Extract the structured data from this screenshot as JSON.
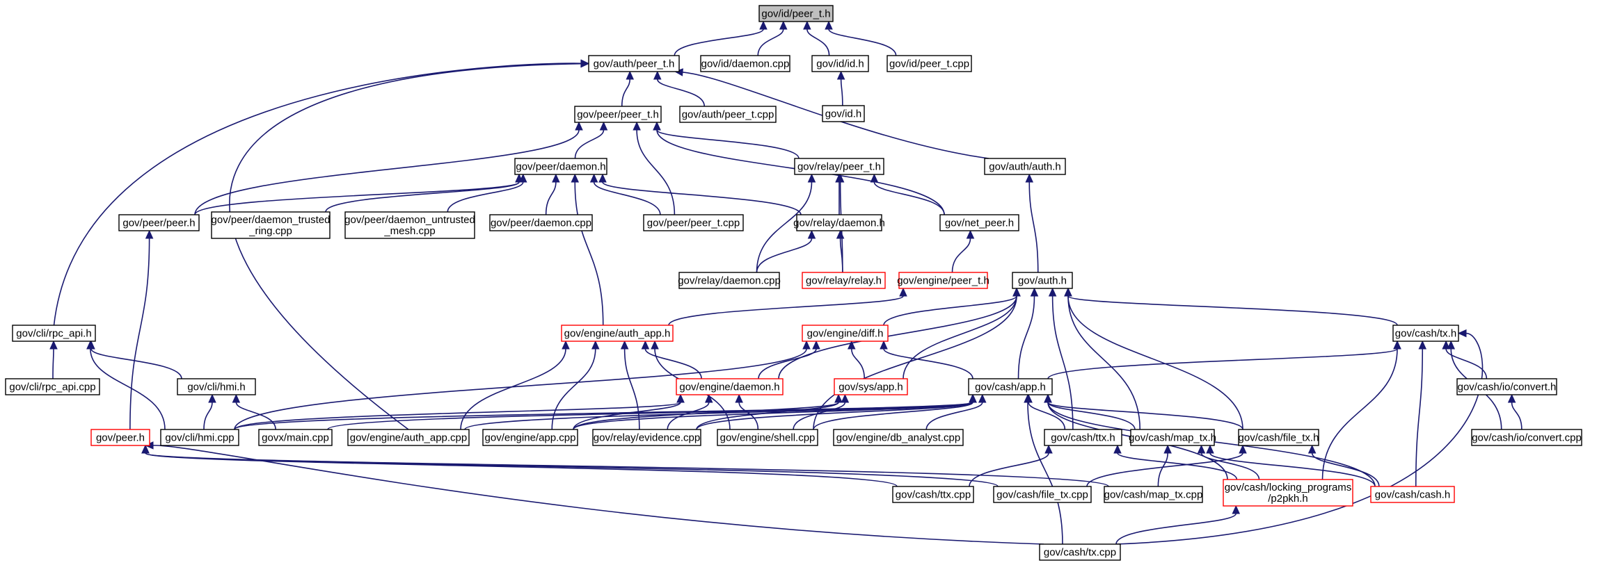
{
  "diagram": {
    "type": "include-dependency-graph",
    "colors": {
      "edge": "#191970",
      "border": "#000000",
      "incomplete_border": "#ff0000",
      "root_fill": "#bfbfbf"
    },
    "nodes": [
      {
        "id": "n0",
        "lines": [
          "gov/id/peer_t.h"
        ],
        "style": "root"
      },
      {
        "id": "n1",
        "lines": [
          "gov/auth/peer_t.h"
        ]
      },
      {
        "id": "n2",
        "lines": [
          "gov/id/daemon.cpp"
        ]
      },
      {
        "id": "n3",
        "lines": [
          "gov/id/id.h"
        ]
      },
      {
        "id": "n4",
        "lines": [
          "gov/id/peer_t.cpp"
        ]
      },
      {
        "id": "n5",
        "lines": [
          "gov/id.h"
        ]
      },
      {
        "id": "n6",
        "lines": [
          "gov/peer/peer_t.h"
        ]
      },
      {
        "id": "n7",
        "lines": [
          "gov/auth/peer_t.cpp"
        ]
      },
      {
        "id": "n8",
        "lines": [
          "gov/auth/auth.h"
        ]
      },
      {
        "id": "n9",
        "lines": [
          "gov/peer/daemon.h"
        ]
      },
      {
        "id": "n10",
        "lines": [
          "gov/relay/peer_t.h"
        ]
      },
      {
        "id": "n11",
        "lines": [
          "gov/peer/peer.h"
        ]
      },
      {
        "id": "n12",
        "lines": [
          "gov/peer/daemon_trusted",
          "_ring.cpp"
        ]
      },
      {
        "id": "n13",
        "lines": [
          "gov/peer/daemon_untrusted",
          "_mesh.cpp"
        ]
      },
      {
        "id": "n14",
        "lines": [
          "gov/peer/daemon.cpp"
        ]
      },
      {
        "id": "n15",
        "lines": [
          "gov/peer/peer_t.cpp"
        ]
      },
      {
        "id": "n16",
        "lines": [
          "gov/relay/daemon.h"
        ]
      },
      {
        "id": "n17",
        "lines": [
          "gov/net_peer.h"
        ]
      },
      {
        "id": "n18",
        "lines": [
          "gov/relay/daemon.cpp"
        ]
      },
      {
        "id": "n19",
        "lines": [
          "gov/relay/relay.h"
        ],
        "style": "red"
      },
      {
        "id": "n20",
        "lines": [
          "gov/engine/peer_t.h"
        ],
        "style": "red"
      },
      {
        "id": "n21",
        "lines": [
          "gov/auth.h"
        ]
      },
      {
        "id": "n22",
        "lines": [
          "gov/cli/rpc_api.h"
        ]
      },
      {
        "id": "n23",
        "lines": [
          "gov/engine/auth_app.h"
        ],
        "style": "red"
      },
      {
        "id": "n24",
        "lines": [
          "gov/engine/diff.h"
        ],
        "style": "red"
      },
      {
        "id": "n25",
        "lines": [
          "gov/cash/tx.h"
        ]
      },
      {
        "id": "n26",
        "lines": [
          "gov/cli/rpc_api.cpp"
        ]
      },
      {
        "id": "n27",
        "lines": [
          "gov/cli/hmi.h"
        ]
      },
      {
        "id": "n28",
        "lines": [
          "gov/engine/daemon.h"
        ],
        "style": "red"
      },
      {
        "id": "n29",
        "lines": [
          "gov/sys/app.h"
        ],
        "style": "red"
      },
      {
        "id": "n30",
        "lines": [
          "gov/cash/app.h"
        ]
      },
      {
        "id": "n31",
        "lines": [
          "gov/cash/io/convert.h"
        ]
      },
      {
        "id": "n32",
        "lines": [
          "gov/peer.h"
        ],
        "style": "red"
      },
      {
        "id": "n33",
        "lines": [
          "gov/cli/hmi.cpp"
        ]
      },
      {
        "id": "n34",
        "lines": [
          "govx/main.cpp"
        ]
      },
      {
        "id": "n35",
        "lines": [
          "gov/engine/auth_app.cpp"
        ]
      },
      {
        "id": "n36",
        "lines": [
          "gov/engine/app.cpp"
        ]
      },
      {
        "id": "n37",
        "lines": [
          "gov/relay/evidence.cpp"
        ]
      },
      {
        "id": "n38",
        "lines": [
          "gov/engine/shell.cpp"
        ]
      },
      {
        "id": "n39",
        "lines": [
          "gov/engine/db_analyst.cpp"
        ]
      },
      {
        "id": "n40",
        "lines": [
          "gov/cash/ttx.h"
        ]
      },
      {
        "id": "n41",
        "lines": [
          "gov/cash/file_tx.h"
        ]
      },
      {
        "id": "n42",
        "lines": [
          "gov/cash/map_tx.h"
        ]
      },
      {
        "id": "n43",
        "lines": [
          "gov/cash/io/convert.cpp"
        ]
      },
      {
        "id": "n44",
        "lines": [
          "gov/cash/ttx.cpp"
        ]
      },
      {
        "id": "n45",
        "lines": [
          "gov/cash/file_tx.cpp"
        ]
      },
      {
        "id": "n46",
        "lines": [
          "gov/cash/map_tx.cpp"
        ]
      },
      {
        "id": "n47",
        "lines": [
          "gov/cash/locking_programs",
          "/p2pkh.h"
        ],
        "style": "red"
      },
      {
        "id": "n48",
        "lines": [
          "gov/cash/cash.h"
        ],
        "style": "red"
      },
      {
        "id": "n49",
        "lines": [
          "gov/cash/tx.cpp"
        ]
      }
    ],
    "edges": [
      [
        "n1",
        "n0"
      ],
      [
        "n2",
        "n0"
      ],
      [
        "n3",
        "n0"
      ],
      [
        "n4",
        "n0"
      ],
      [
        "n5",
        "n3"
      ],
      [
        "n6",
        "n1"
      ],
      [
        "n7",
        "n1"
      ],
      [
        "n8",
        "n1"
      ],
      [
        "n22",
        "n1"
      ],
      [
        "n35",
        "n1"
      ],
      [
        "n9",
        "n6"
      ],
      [
        "n10",
        "n6"
      ],
      [
        "n11",
        "n6"
      ],
      [
        "n15",
        "n6"
      ],
      [
        "n17",
        "n6"
      ],
      [
        "n11",
        "n9"
      ],
      [
        "n12",
        "n9"
      ],
      [
        "n13",
        "n9"
      ],
      [
        "n14",
        "n9"
      ],
      [
        "n15",
        "n9"
      ],
      [
        "n16",
        "n9"
      ],
      [
        "n23",
        "n9"
      ],
      [
        "n16",
        "n10"
      ],
      [
        "n17",
        "n10"
      ],
      [
        "n18",
        "n10"
      ],
      [
        "n19",
        "n10"
      ],
      [
        "n18",
        "n16"
      ],
      [
        "n19",
        "n16"
      ],
      [
        "n20",
        "n17"
      ],
      [
        "n21",
        "n8"
      ],
      [
        "n32",
        "n11"
      ],
      [
        "n23",
        "n20"
      ],
      [
        "n24",
        "n21"
      ],
      [
        "n25",
        "n21"
      ],
      [
        "n28",
        "n21"
      ],
      [
        "n29",
        "n21"
      ],
      [
        "n30",
        "n21"
      ],
      [
        "n38",
        "n21"
      ],
      [
        "n40",
        "n21"
      ],
      [
        "n41",
        "n21"
      ],
      [
        "n42",
        "n21"
      ],
      [
        "n26",
        "n22"
      ],
      [
        "n27",
        "n22"
      ],
      [
        "n33",
        "n22"
      ],
      [
        "n28",
        "n23"
      ],
      [
        "n35",
        "n23"
      ],
      [
        "n36",
        "n23"
      ],
      [
        "n37",
        "n23"
      ],
      [
        "n38",
        "n23"
      ],
      [
        "n28",
        "n24"
      ],
      [
        "n29",
        "n24"
      ],
      [
        "n30",
        "n24"
      ],
      [
        "n33",
        "n24"
      ],
      [
        "n30",
        "n25"
      ],
      [
        "n31",
        "n25"
      ],
      [
        "n43",
        "n25"
      ],
      [
        "n47",
        "n25"
      ],
      [
        "n48",
        "n25"
      ],
      [
        "n49",
        "n25"
      ],
      [
        "n33",
        "n27"
      ],
      [
        "n34",
        "n27"
      ],
      [
        "n33",
        "n28"
      ],
      [
        "n36",
        "n28"
      ],
      [
        "n38",
        "n28"
      ],
      [
        "n37",
        "n28"
      ],
      [
        "n36",
        "n29"
      ],
      [
        "n37",
        "n29"
      ],
      [
        "n38",
        "n29"
      ],
      [
        "n33",
        "n30"
      ],
      [
        "n34",
        "n30"
      ],
      [
        "n35",
        "n30"
      ],
      [
        "n36",
        "n30"
      ],
      [
        "n37",
        "n30"
      ],
      [
        "n38",
        "n30"
      ],
      [
        "n39",
        "n30"
      ],
      [
        "n40",
        "n30"
      ],
      [
        "n41",
        "n30"
      ],
      [
        "n42",
        "n30"
      ],
      [
        "n47",
        "n30"
      ],
      [
        "n48",
        "n30"
      ],
      [
        "n49",
        "n30"
      ],
      [
        "n43",
        "n31"
      ],
      [
        "n44",
        "n32"
      ],
      [
        "n45",
        "n32"
      ],
      [
        "n46",
        "n32"
      ],
      [
        "n49",
        "n32"
      ],
      [
        "n44",
        "n40"
      ],
      [
        "n47",
        "n40"
      ],
      [
        "n45",
        "n41"
      ],
      [
        "n48",
        "n41"
      ],
      [
        "n46",
        "n42"
      ],
      [
        "n47",
        "n42"
      ],
      [
        "n48",
        "n42"
      ],
      [
        "n49",
        "n47"
      ]
    ]
  }
}
